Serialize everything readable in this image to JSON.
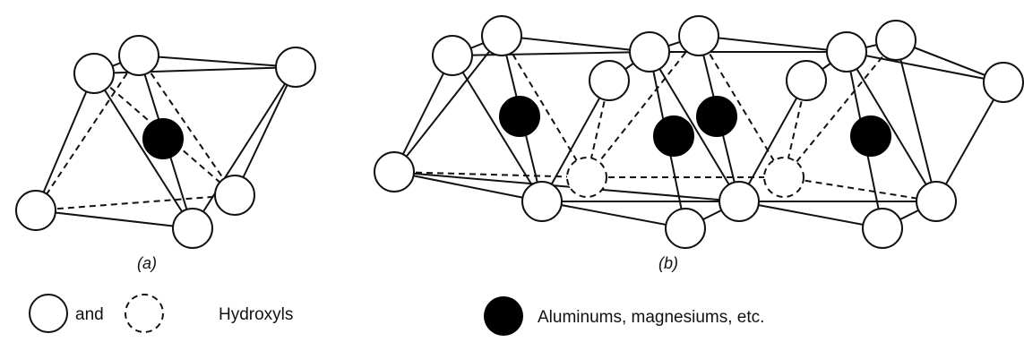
{
  "panels": {
    "a": {
      "label": "(a)"
    },
    "b": {
      "label": "(b)"
    }
  },
  "legend": {
    "conjunction": "and",
    "hydroxyls": "Hydroxyls",
    "metals": "Aluminums, magnesiums, etc."
  },
  "colors": {
    "ink": "#111111",
    "background": "#ffffff",
    "atom_fill": "#ffffff",
    "cation_fill": "#000000"
  }
}
